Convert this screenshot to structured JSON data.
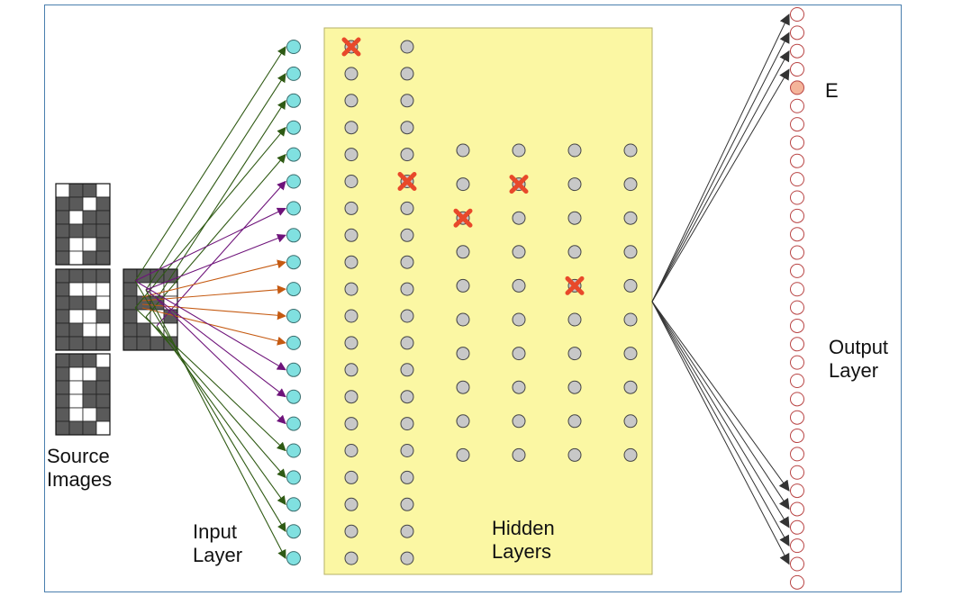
{
  "labels": {
    "source_images": [
      "Source",
      "Images"
    ],
    "input_layer": [
      "Input",
      "Layer"
    ],
    "hidden_layers": [
      "Hidden",
      "Layers"
    ],
    "output_layer": [
      "Output",
      "Layer"
    ],
    "output_unit": "E"
  },
  "network": {
    "input_nodes": 20,
    "hidden_columns": [
      20,
      20,
      10,
      10,
      10,
      10
    ],
    "output_nodes": 32,
    "highlighted_output_index": 4,
    "dropped_units": [
      {
        "column": 0,
        "row": 0
      },
      {
        "column": 1,
        "row": 5
      },
      {
        "column": 2,
        "row": 2
      },
      {
        "column": 3,
        "row": 1
      },
      {
        "column": 4,
        "row": 4
      }
    ]
  },
  "source_glyphs": {
    "top": [
      [
        0,
        1,
        1,
        0
      ],
      [
        1,
        1,
        0,
        1
      ],
      [
        1,
        0,
        1,
        1
      ],
      [
        1,
        1,
        1,
        1
      ],
      [
        1,
        0,
        0,
        1
      ],
      [
        1,
        0,
        1,
        1
      ]
    ],
    "middle": [
      [
        1,
        1,
        1,
        1
      ],
      [
        1,
        0,
        0,
        0
      ],
      [
        1,
        1,
        1,
        0
      ],
      [
        1,
        0,
        0,
        1
      ],
      [
        1,
        1,
        0,
        0
      ],
      [
        1,
        1,
        1,
        1
      ]
    ],
    "bottom": [
      [
        1,
        1,
        1,
        0
      ],
      [
        1,
        0,
        0,
        1
      ],
      [
        1,
        0,
        1,
        1
      ],
      [
        1,
        0,
        1,
        1
      ],
      [
        1,
        0,
        0,
        1
      ],
      [
        1,
        1,
        1,
        0
      ]
    ],
    "input_copy": [
      [
        1,
        1,
        1,
        1
      ],
      [
        1,
        0,
        0,
        0
      ],
      [
        1,
        1,
        1,
        0
      ],
      [
        1,
        0,
        0,
        1
      ],
      [
        1,
        1,
        0,
        0
      ],
      [
        1,
        1,
        1,
        1
      ]
    ]
  },
  "colors": {
    "frame": "#4a7fae",
    "hidden_panel_fill": "#fbf7a3",
    "hidden_panel_border": "#b6b06a",
    "input_node": "#80e0e0",
    "hidden_node": "#c8c8c8",
    "output_node_ring": "#b94545",
    "output_highlight": "#f4b49a",
    "dropout_x": "#e8492a",
    "arrow_green": "#2f5a14",
    "arrow_purple": "#6e137a",
    "arrow_orange": "#c55a11",
    "arrow_dark": "#333333",
    "pixel_dark": "#5a5a5a"
  }
}
